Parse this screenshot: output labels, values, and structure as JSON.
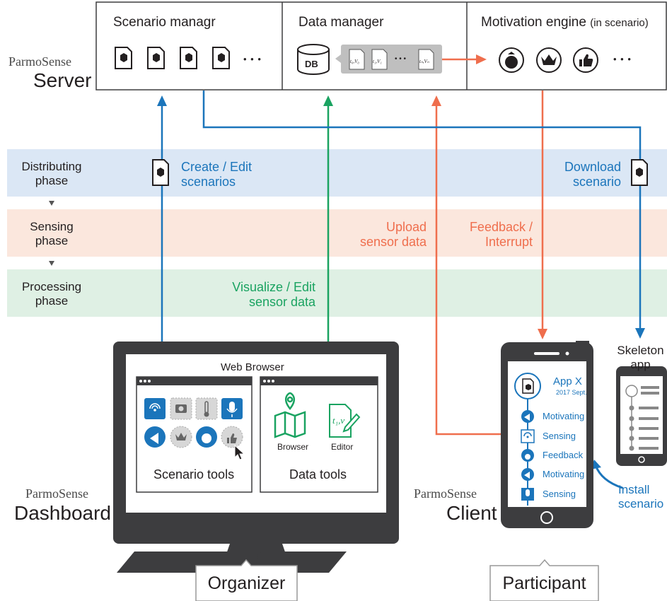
{
  "server": {
    "brand": "ParmoSense",
    "title": "Server",
    "scenario_manager": {
      "title": "Scenario managr",
      "ellipsis": "• • •"
    },
    "data_manager": {
      "title": "Data manager",
      "db_label": "DB",
      "ellipsis": "• • •",
      "records": [
        "t₀,V₀",
        "t₁,V₁",
        "tₙ,Vₙ"
      ]
    },
    "motivation_engine": {
      "title": "Motivation engine",
      "subtitle": "(in scenario)",
      "ellipsis": "• • •",
      "icons": [
        "money-bag-icon",
        "crown-icon",
        "thumbs-up-icon"
      ]
    }
  },
  "phases": [
    {
      "line1": "Distributing",
      "line2": "phase",
      "color": "#dbe7f5"
    },
    {
      "line1": "Sensing",
      "line2": "phase",
      "color": "#fbe7dd"
    },
    {
      "line1": "Processing",
      "line2": "phase",
      "color": "#dff0e4"
    }
  ],
  "flows": {
    "create_edit": {
      "line1": "Create / Edit",
      "line2": "scenarios"
    },
    "download": {
      "line1": "Download",
      "line2": "scenario"
    },
    "upload": {
      "line1": "Upload",
      "line2": "sensor data"
    },
    "feedback": {
      "line1": "Feedback /",
      "line2": "Interrupt"
    },
    "visualize": {
      "line1": "Visualize / Edit",
      "line2": "sensor data"
    },
    "install": {
      "line1": "Install",
      "line2": "scenario"
    }
  },
  "dashboard": {
    "brand": "ParmoSense",
    "title": "Dashboard",
    "web_browser": "Web Browser",
    "scenario_tools": "Scenario tools",
    "data_tools": "Data tools",
    "browser_label": "Browser",
    "editor_label": "Editor",
    "editor_glyph": "t₁,v"
  },
  "client": {
    "brand": "ParmoSense",
    "title": "Client",
    "app_name": "App X",
    "app_date": "2017 Sept.",
    "steps": [
      "Motivating",
      "Sensing",
      "Feedback",
      "Motivating",
      "Sensing"
    ],
    "skeleton_line1": "Skeleton",
    "skeleton_line2": "app"
  },
  "roles": {
    "organizer": "Organizer",
    "participant": "Participant"
  },
  "colors": {
    "blue": "#1b75bb",
    "green": "#1aa361",
    "orange": "#ef6e4d",
    "dark": "#3d3d3f"
  }
}
